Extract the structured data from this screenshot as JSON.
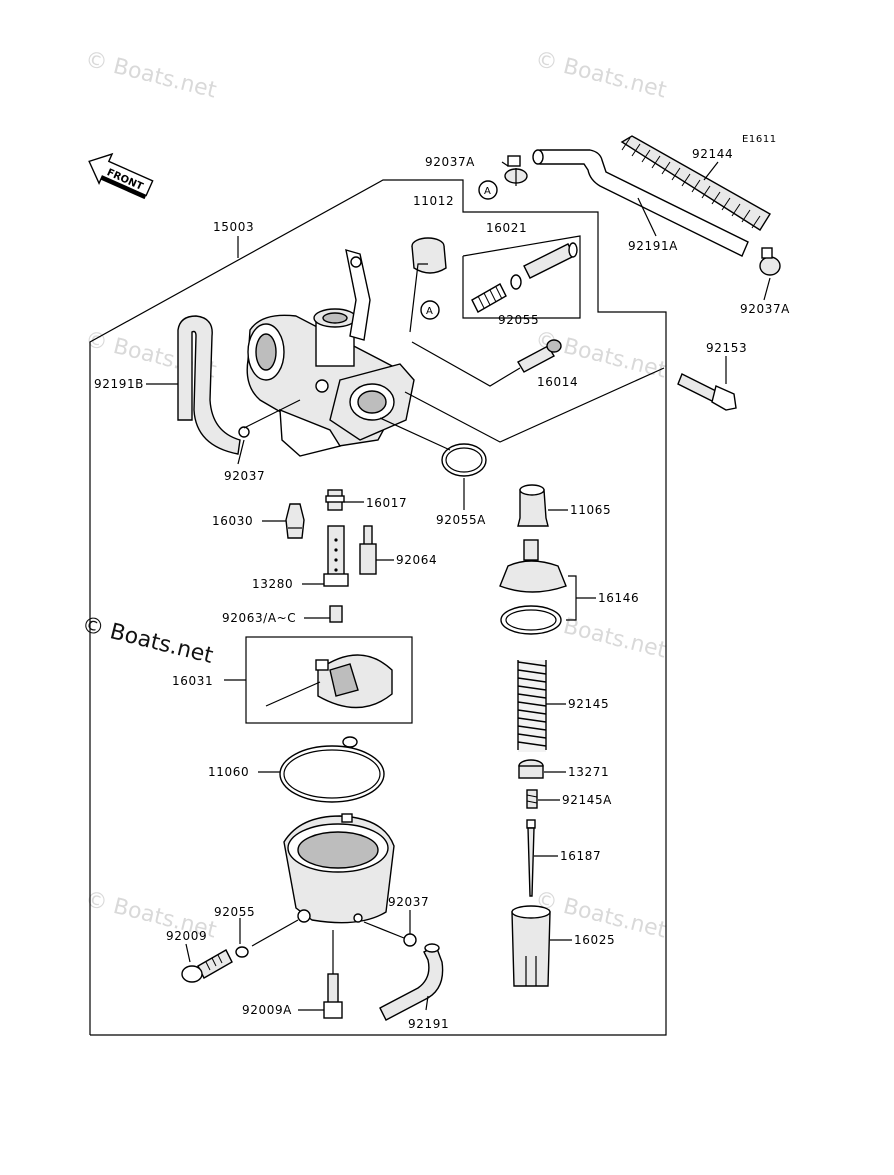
{
  "diagram": {
    "code": "E1611",
    "front_label": "FRONT",
    "ref_marker": "A",
    "watermark": "© Boats.net",
    "labels": {
      "p92037A_top": "92037A",
      "p92144": "92144",
      "p15003": "15003",
      "p11012": "11012",
      "p16021": "16021",
      "p92191A": "92191A",
      "p92037A_right": "92037A",
      "p92055_top": "92055",
      "p92153": "92153",
      "p16014": "16014",
      "p92191B": "92191B",
      "p92037_left": "92037",
      "p92055A": "92055A",
      "p16017": "16017",
      "p11065": "11065",
      "p16030": "16030",
      "p92064": "92064",
      "p13280": "13280",
      "p16146": "16146",
      "p92063": "92063/A~C",
      "p16031": "16031",
      "p92145": "92145",
      "p11060": "11060",
      "p13271": "13271",
      "p92145A": "92145A",
      "p16187": "16187",
      "p92055_bottom": "92055",
      "p92037_bottom": "92037",
      "p92009": "92009",
      "p16025": "16025",
      "p92009A": "92009A",
      "p92191": "92191"
    }
  }
}
